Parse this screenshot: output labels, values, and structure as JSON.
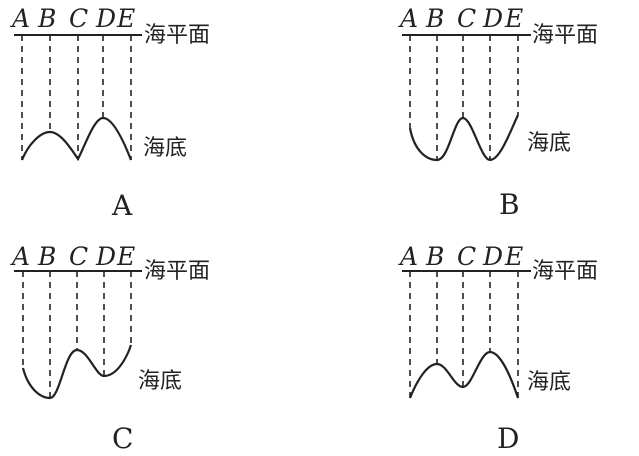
{
  "point_labels": [
    "A",
    "B",
    "C",
    "D",
    "E"
  ],
  "sea_level_label": "海平面",
  "seabed_label": "海底",
  "options": [
    {
      "caption": "A"
    },
    {
      "caption": "B"
    },
    {
      "caption": "C"
    },
    {
      "caption": "D"
    }
  ]
}
